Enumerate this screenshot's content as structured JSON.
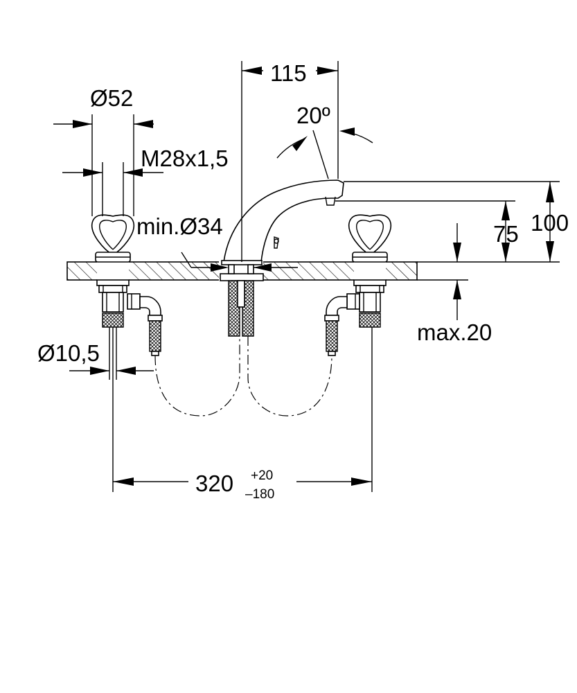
{
  "dimensions": {
    "spout_reach": "115",
    "swivel_angle": "20º",
    "handle_diameter": "Ø52",
    "thread": "M28x1,5",
    "hole_diameter": "min.Ø34",
    "spout_height": "75",
    "total_height": "100",
    "max_deck_thickness": "max.20",
    "tail_diameter": "Ø10,5",
    "centers": "320",
    "centers_tol_plus": "+20",
    "centers_tol_minus": "–180"
  }
}
